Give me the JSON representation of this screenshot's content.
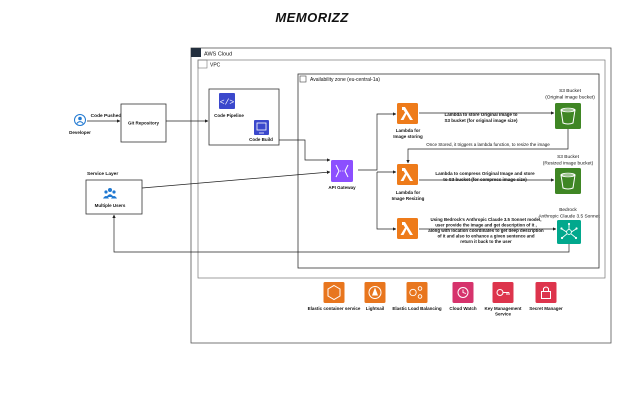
{
  "title": "MEMORIZZ",
  "containers": {
    "aws_cloud": "AWS Cloud",
    "vpc": "VPC",
    "availability_zone": "Availability zone (eu-central-1a)"
  },
  "nodes": {
    "developer": "Developer",
    "git_repository": "Git Repository",
    "code_pipeline": "Code Pipeline",
    "code_build": "Code Build",
    "api_gateway": "API Gateway",
    "service_layer": "Service Layer",
    "multiple_users": "Multiple Users",
    "lambda_storing": [
      "Lambda for",
      "Image storing"
    ],
    "lambda_resizing": [
      "Lambda for",
      "Image Resizing"
    ],
    "s3_original": [
      "S3 Bucket",
      "(Original image bucket)"
    ],
    "s3_resized": [
      "S3 Bucket",
      "(Resized image bucket)"
    ],
    "bedrock": [
      "Bedrock",
      "Anthropic Claude 3.5 Sonnet"
    ]
  },
  "edge_labels": {
    "code_pushed": "Code Pushed",
    "lambda_store": [
      "Lambda to store Original Image to",
      "S3 bucket (for original image size)"
    ],
    "once_stored": "Once Stored, it triggers a lambda function, to resize the image",
    "lambda_compress": [
      "Lambda to compress Original Image and store",
      "to S3 bucket (for compress image size)"
    ],
    "bedrock_desc": [
      "Using Bedrock's Anthropic Claude 3.5 Sonnet model,",
      "user provide the image and get description of it ,",
      "along with location coordinates to get deep description",
      "of it and also to enhance a given sentence and",
      "return it back to the user"
    ]
  },
  "services": [
    {
      "label": [
        "Elastic container service"
      ],
      "color": "#e8761e",
      "icon": "ecs-icon"
    },
    {
      "label": [
        "Lightsail"
      ],
      "color": "#e8761e",
      "icon": "lightsail-icon"
    },
    {
      "label": [
        "Elastic Load Balancing"
      ],
      "color": "#e8761e",
      "icon": "elb-icon"
    },
    {
      "label": [
        "Cloud Watch"
      ],
      "color": "#d6336c",
      "icon": "cloudwatch-icon"
    },
    {
      "label": [
        "Key Management",
        "Service"
      ],
      "color": "#dd344c",
      "icon": "kms-icon"
    },
    {
      "label": [
        "Secret Manager"
      ],
      "color": "#dd344c",
      "icon": "secrets-icon"
    }
  ],
  "colors": {
    "lambda": "#ee7b1a",
    "s3": "#3f8624",
    "bedrock": "#01a88d",
    "api_gateway": "#8c4fff",
    "codepipeline": "#3b48cc",
    "developer": "#1f78d1"
  }
}
